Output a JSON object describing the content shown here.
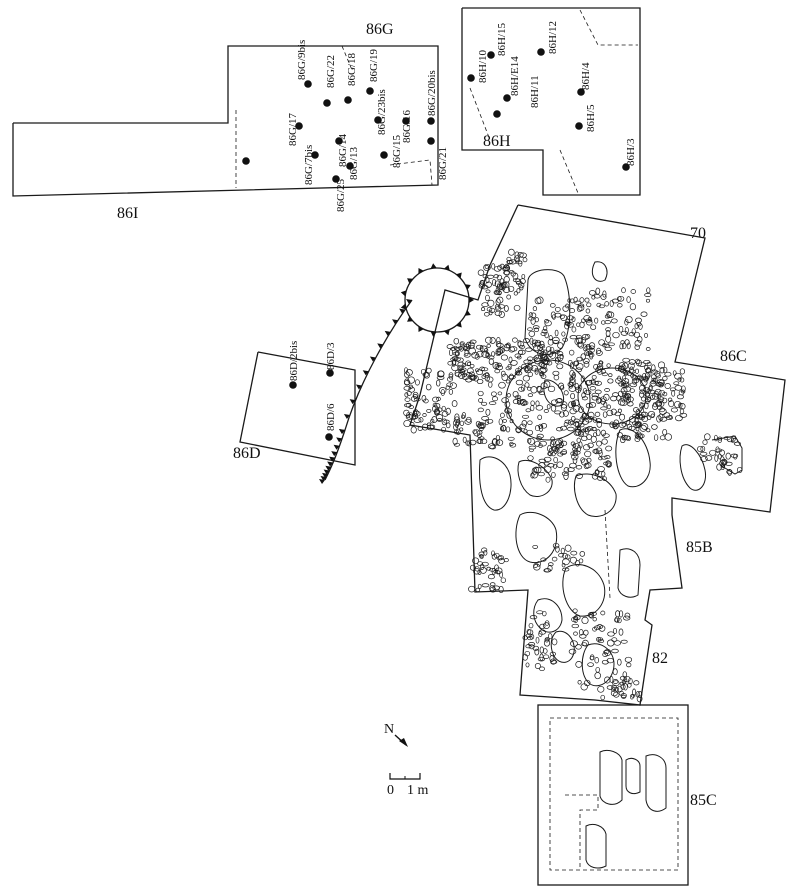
{
  "areas": {
    "a86G": "86G",
    "a86H": "86H",
    "a86I": "86I",
    "a70": "70",
    "a86C": "86C",
    "a86D": "86D",
    "a85B": "85B",
    "a82": "82",
    "a85C": "85C"
  },
  "points": {
    "p86G_17": "86G/17",
    "p86G_7bis": "86G/7bis",
    "p86G_9bis": "86G/9bis",
    "p86G_22": "86G/22",
    "p86G_18": "86G/18",
    "p86G_19": "86G/19",
    "p86G_14": "86G/14",
    "p86G_13": "86G/13",
    "p86G_23bis": "86G/23bis",
    "p86G_16": "86G/16",
    "p86G_20bis": "86G/20bis",
    "p86G_15": "86G/15",
    "p86G_21": "86G/21",
    "p86G_25": "86G/25",
    "p86H_10": "86H/10",
    "p86H_15": "86H/15",
    "p86H_E14": "86H/E14",
    "p86H_11": "86H/11",
    "p86H_12": "86H/12",
    "p86H_4": "86H/4",
    "p86H_5": "86H/5",
    "p86H_3": "86H/3",
    "p86D_2bis": "86D/2bis",
    "p86D_3": "86D/3",
    "p86D_6": "86D/6"
  },
  "compass": {
    "north_label": "N"
  },
  "scale": {
    "zero_label": "0",
    "length_label": "1 m"
  }
}
